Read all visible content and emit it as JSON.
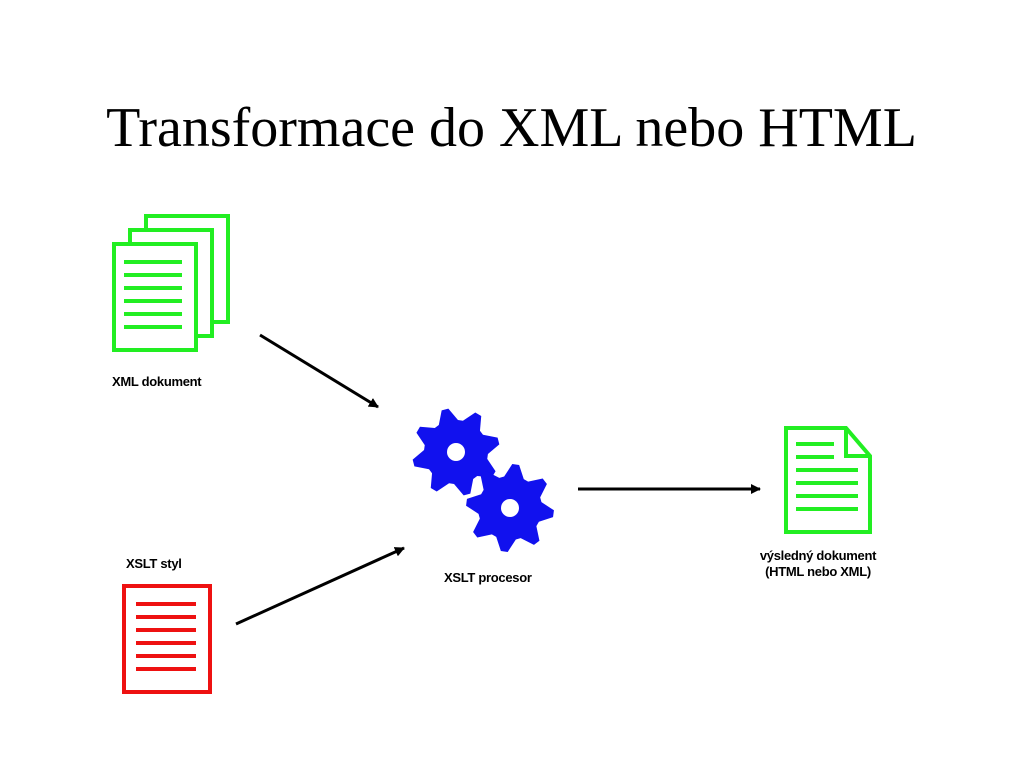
{
  "title": "Transformace do XML nebo HTML",
  "nodes": {
    "xml_document": {
      "label": "XML dokument",
      "icon": "stacked-documents-icon"
    },
    "xslt_style": {
      "label": "XSLT styl",
      "icon": "document-icon"
    },
    "xslt_processor": {
      "label": "XSLT procesor",
      "icon": "gears-icon"
    },
    "result_document": {
      "label_line1": "výsledný dokument",
      "label_line2": "(HTML nebo XML)",
      "icon": "document-folded-corner-icon"
    }
  },
  "edges": [
    {
      "from": "xml_document",
      "to": "xslt_processor"
    },
    {
      "from": "xslt_style",
      "to": "xslt_processor"
    },
    {
      "from": "xslt_processor",
      "to": "result_document"
    }
  ],
  "colors": {
    "xml_document": "#22ee22",
    "xslt_style": "#ee1111",
    "xslt_processor": "#1111ee",
    "result_document": "#22ee22",
    "arrows": "#000000"
  }
}
